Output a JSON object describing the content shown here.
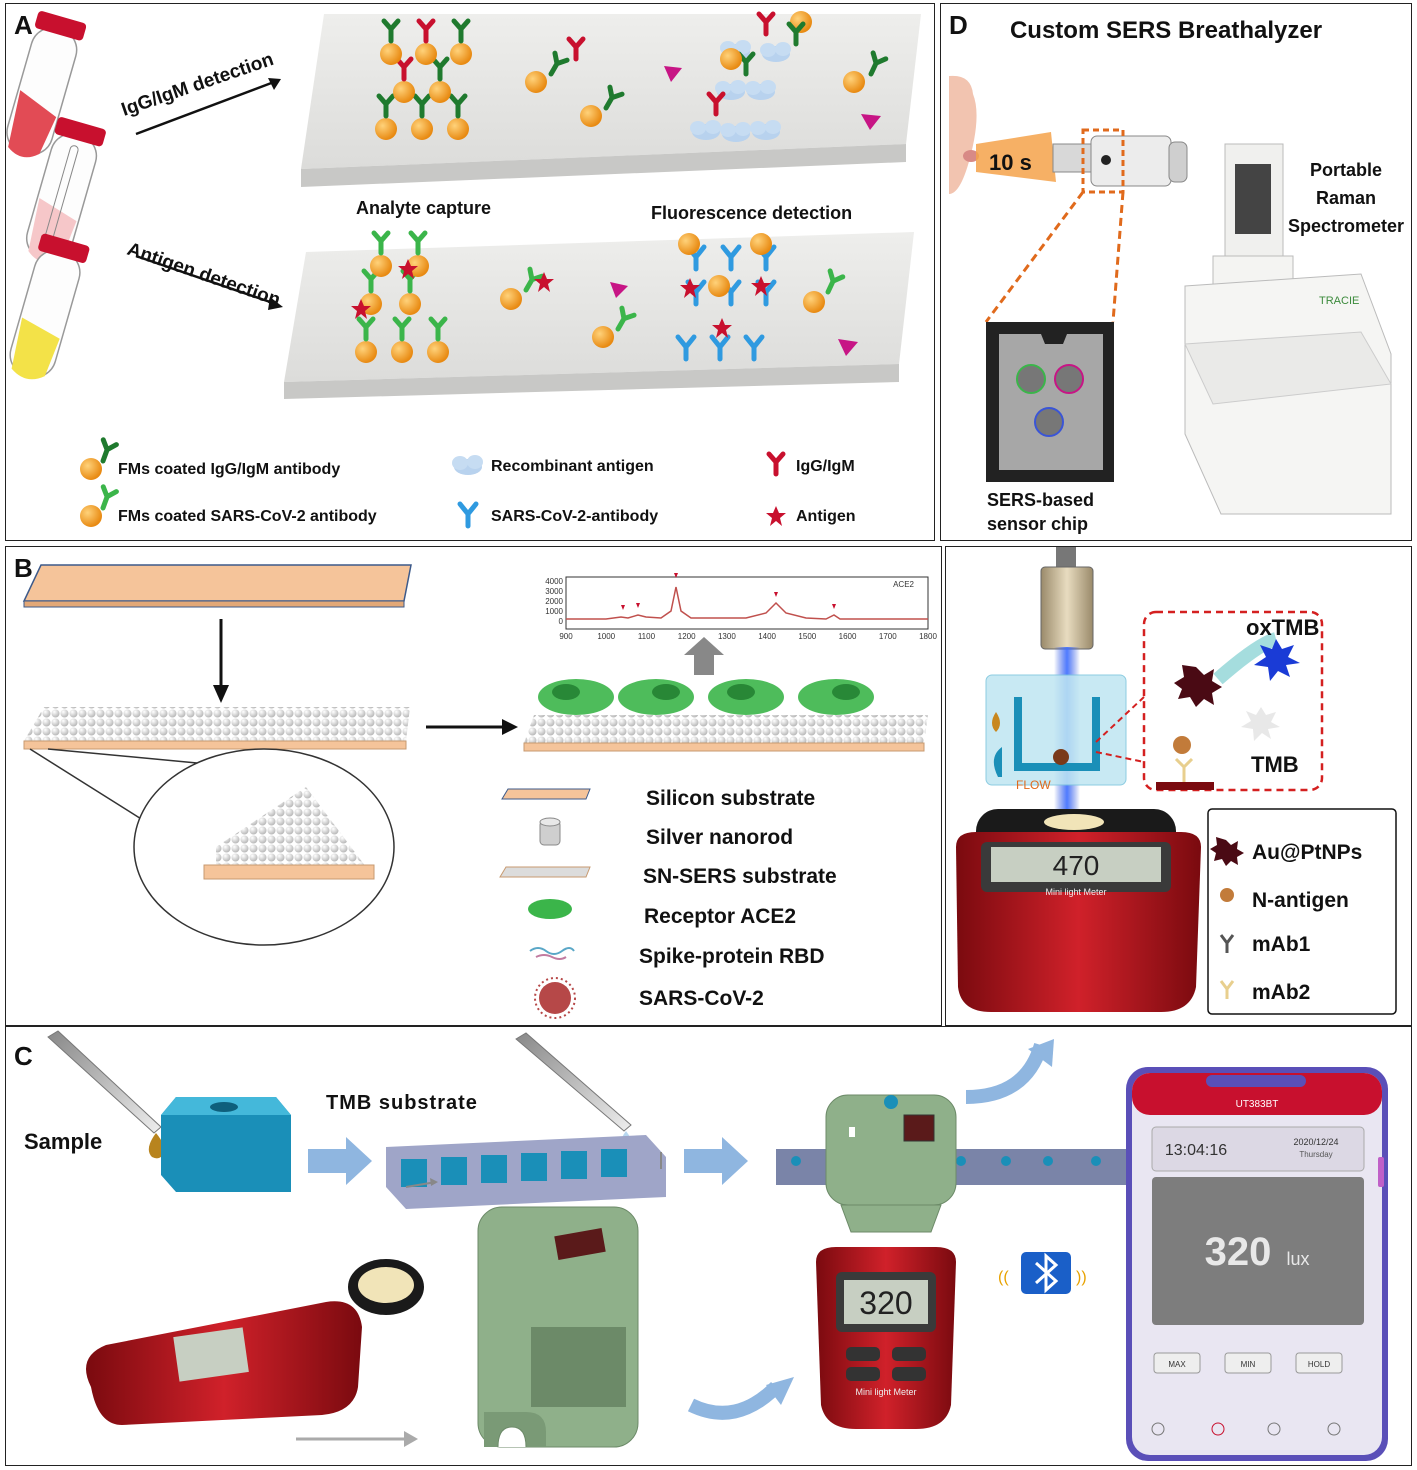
{
  "panelA": {
    "label": "A",
    "igg_arrow": "IgG/IgM detection",
    "antigen_arrow": "Antigen detection",
    "analyte_capture": "Analyte capture",
    "fluorescence_detection": "Fluorescence detection",
    "legend": [
      {
        "label": "FMs coated IgG/IgM antibody",
        "icon": "orange-bead-dark-green-antibody-icon"
      },
      {
        "label": "FMs coated SARS-CoV-2 antibody",
        "icon": "orange-bead-green-antibody-icon"
      },
      {
        "label": "Recombinant antigen",
        "icon": "cloud-icon"
      },
      {
        "label": "SARS-CoV-2-antibody",
        "icon": "blue-antibody-icon"
      },
      {
        "label": "IgG/IgM",
        "icon": "red-antibody-icon"
      },
      {
        "label": "Antigen",
        "icon": "red-star-icon"
      }
    ]
  },
  "panelB": {
    "label": "B",
    "spectrum_label": "ACE2",
    "y_ticks": [
      "4000",
      "3000",
      "2000",
      "1000",
      "0"
    ],
    "x_ticks": [
      "900",
      "1000",
      "1100",
      "1200",
      "1300",
      "1400",
      "1500",
      "1600",
      "1700",
      "1800"
    ],
    "legend": [
      {
        "label": "Silicon substrate"
      },
      {
        "label": "Silver nanorod"
      },
      {
        "label": "SN-SERS substrate"
      },
      {
        "label": "Receptor ACE2"
      },
      {
        "label": "Spike-protein RBD"
      },
      {
        "label": "SARS-CoV-2"
      }
    ]
  },
  "panelC": {
    "label": "C",
    "sample": "Sample",
    "tmb_substrate": "TMB substrate",
    "meter_reading": "320",
    "meter_caption": "Mini light Meter",
    "phone": {
      "app_name": "UT383BT",
      "time": "13:04:16",
      "date": "2020/12/24",
      "weekday": "Thursday",
      "value": "320",
      "unit": "lux",
      "buttons": [
        "MAX",
        "MIN",
        "HOLD"
      ]
    }
  },
  "panelD": {
    "label": "D",
    "title": "Custom SERS Breathalyzer",
    "timer": "10 s",
    "spectrometer": [
      "Portable",
      "Raman",
      "Spectrometer"
    ],
    "brand": "TRACIE",
    "chip": [
      "SERS-based",
      "sensor chip"
    ]
  },
  "panelE": {
    "oxtmb": "oxTMB",
    "tmb": "TMB",
    "flow": "FLOW",
    "meter_reading": "470",
    "meter_caption": "Mini light Meter",
    "legend": [
      {
        "label": "Au@PtNPs"
      },
      {
        "label": "N-antigen"
      },
      {
        "label": "mAb1"
      },
      {
        "label": "mAb2"
      }
    ]
  },
  "colors": {
    "orange": "#f4a324",
    "dark_green": "#1f7a2e",
    "green": "#3bb54a",
    "red": "#c8102e",
    "blue": "#2f9ae0",
    "magenta": "#c71585",
    "peach": "#f5c49a",
    "device_green": "#8fb08a",
    "device_blue": "#1a8fb8",
    "meter_red": "#b3121a"
  }
}
